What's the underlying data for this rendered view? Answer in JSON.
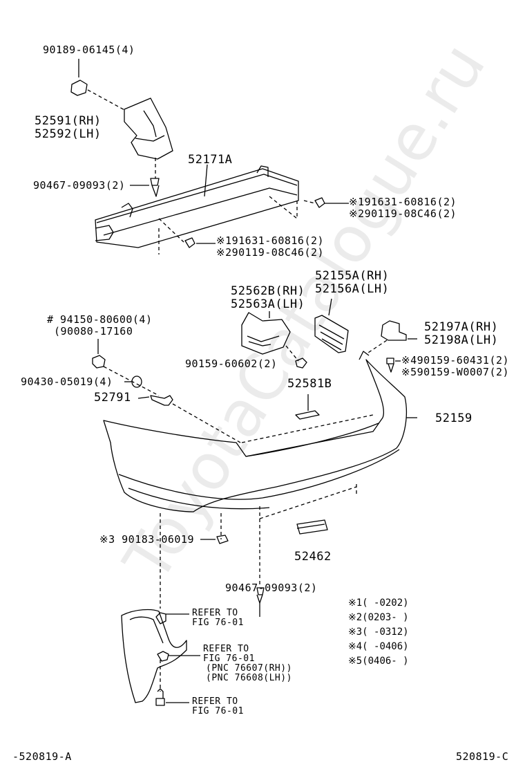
{
  "watermark": "ToyotaCatalogue.ru",
  "parts": {
    "clip_top": "90189-06145(4)",
    "bracket_rh": "52591(RH)",
    "bracket_lh": "52592(LH)",
    "clip_left": "90467-09093(2)",
    "reinforcement": "52171A",
    "bolt_right_1": "※191631-60816(2)",
    "bolt_right_2": "※290119-08C46(2)",
    "bolt_mid_1": "※191631-60816(2)",
    "bolt_mid_2": "※290119-08C46(2)",
    "retainer_rh": "52155A(RH)",
    "retainer_lh": "52156A(LH)",
    "support_rh": "52562B(RH)",
    "support_lh": "52563A(LH)",
    "nut_1": "# 94150-80600(4)",
    "nut_2": "(90080-17160",
    "bracket2_rh": "52197A(RH)",
    "bracket2_lh": "52198A(LH)",
    "screw_support": "90159-60602(2)",
    "clip_r1": "※490159-60431(2)",
    "clip_r2": "※590159-W0007(2)",
    "grommet": "90430-05019(4)",
    "reflector": "52581B",
    "bolt_left": "52791",
    "cover": "52159",
    "clip_bottom_left": "※3 90183-06019",
    "plate": "52462",
    "clip_bottom": "90467-09093(2)",
    "refer1_a": "REFER TO",
    "refer1_b": "FIG 76-01",
    "refer2_a": "REFER TO",
    "refer2_b": "FIG 76-01",
    "refer2_c": "(PNC 76607(RH))",
    "refer2_d": "(PNC 76608(LH))",
    "refer3_a": "REFER TO",
    "refer3_b": "FIG 76-01"
  },
  "notes": [
    "※1(      -0202)",
    "※2(0203-       )",
    "※3(      -0312)",
    "※4(      -0406)",
    "※5(0406-      )"
  ],
  "footer": {
    "left": "-520819-A",
    "right": "520819-C"
  }
}
